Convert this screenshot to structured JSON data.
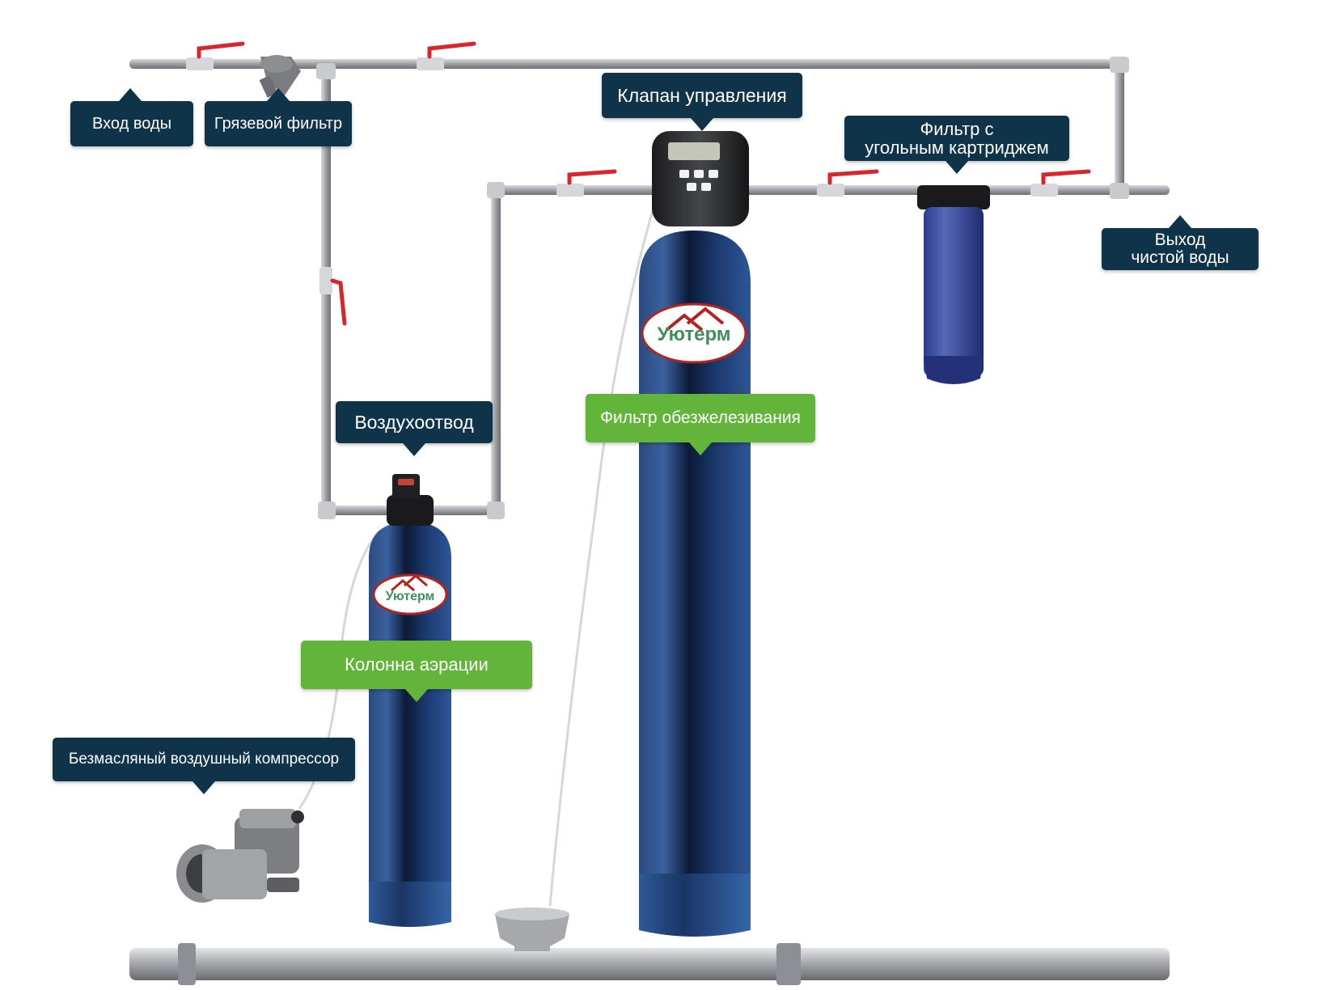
{
  "labels": {
    "water_inlet": "Вход воды",
    "mud_filter": "Грязевой фильтр",
    "control_valve": "Клапан управления",
    "carbon_filter": "Фильтр с\nугольным картриджем",
    "clean_water_outlet": "Выход\nчистой воды",
    "air_vent": "Воздухоотвод",
    "iron_removal_filter": "Фильтр обезжелезивания",
    "aeration_column": "Колонна аэрации",
    "compressor": "Безмасляный воздушный компрессор"
  },
  "brand": "Уютерм",
  "colors": {
    "callout_dark": "#0f3349",
    "callout_green": "#63b43b",
    "tank_blue": "#203f73",
    "pipe_gray": "#a9abb0",
    "valve_red": "#d8262b",
    "housing_blue": "#3f4f9f"
  }
}
